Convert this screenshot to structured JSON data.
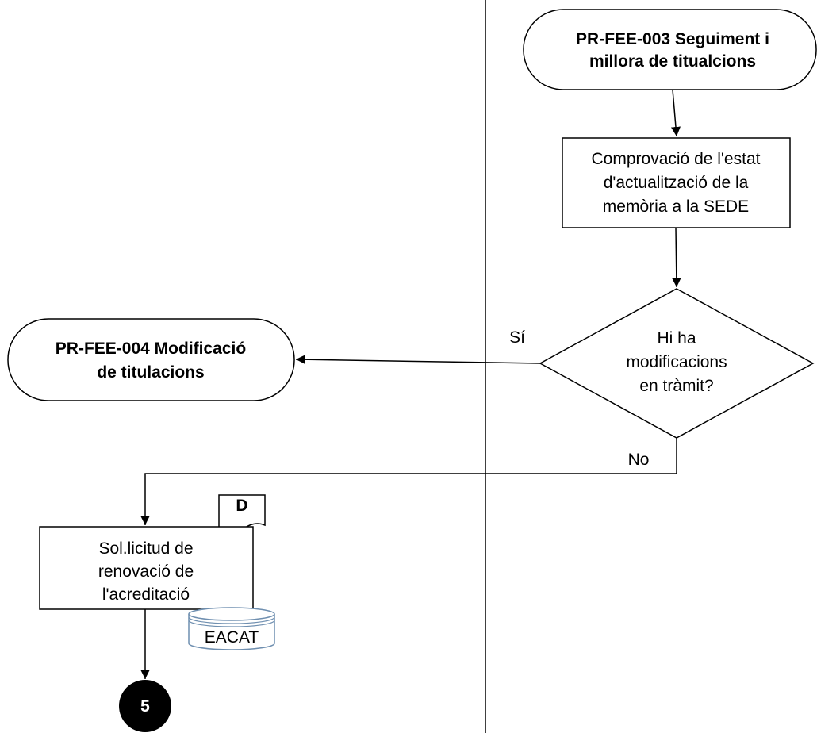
{
  "nodes": {
    "start_followup": {
      "line1": "PR-FEE-003 Seguiment i",
      "line2": "millora de titualcions"
    },
    "check_status": {
      "line1": "Comprovació de l'estat",
      "line2": "d'actualització de la",
      "line3": "memòria a la SEDE"
    },
    "decision": {
      "line1": "Hi ha",
      "line2": "modificacions",
      "line3": "en tràmit?"
    },
    "modification": {
      "line1": "PR-FEE-004 Modificació",
      "line2": "de titulacions"
    },
    "renewal_request": {
      "line1": "Sol.licitud de",
      "line2": "renovació de",
      "line3": "l'acreditació"
    },
    "document_marker": {
      "label": "D"
    },
    "database": {
      "label": "EACAT"
    },
    "connector": {
      "label": "5"
    }
  },
  "edges": {
    "yes_label": "Sí",
    "no_label": "No"
  },
  "colors": {
    "stroke": "#000000",
    "background": "#ffffff",
    "database_stroke": "#6f8fb0",
    "connector_fill": "#000000",
    "connector_text": "#ffffff"
  }
}
